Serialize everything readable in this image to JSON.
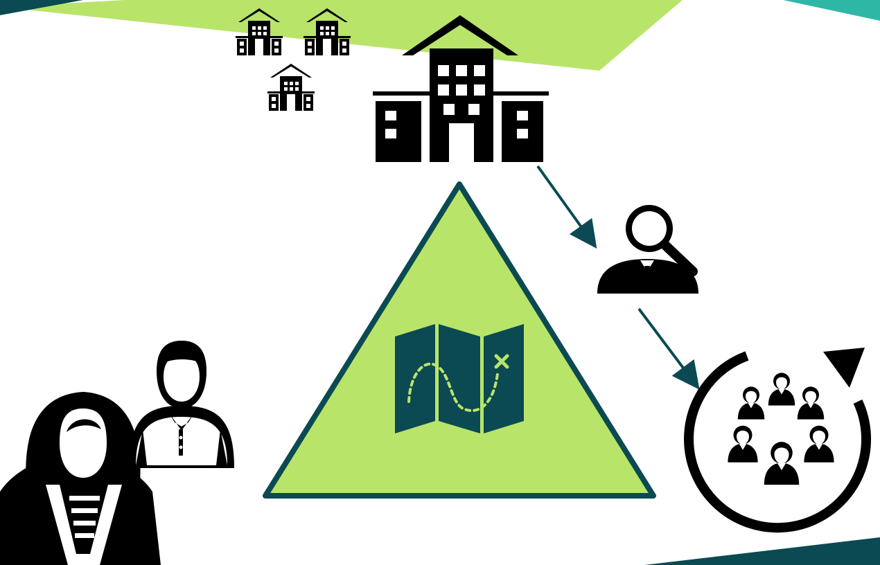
{
  "slide": {
    "accent_light": "#b9e46a",
    "accent_dark": "#0b4a52",
    "accent_teal": "#2fb7a6",
    "ink": "#000000"
  },
  "diagram": {
    "nodes": [
      {
        "id": "school-cluster",
        "icon": "school-buildings-icon"
      },
      {
        "id": "main-school",
        "icon": "school-building-icon"
      },
      {
        "id": "inspector",
        "icon": "inspector-magnifier-icon"
      },
      {
        "id": "community-cycle",
        "icon": "group-cycle-icon"
      },
      {
        "id": "learners",
        "icon": "student-and-parent-icon"
      },
      {
        "id": "roadmap",
        "icon": "treasure-map-icon"
      }
    ],
    "edges": [
      {
        "from": "main-school",
        "to": "inspector"
      },
      {
        "from": "inspector",
        "to": "community-cycle"
      }
    ]
  }
}
